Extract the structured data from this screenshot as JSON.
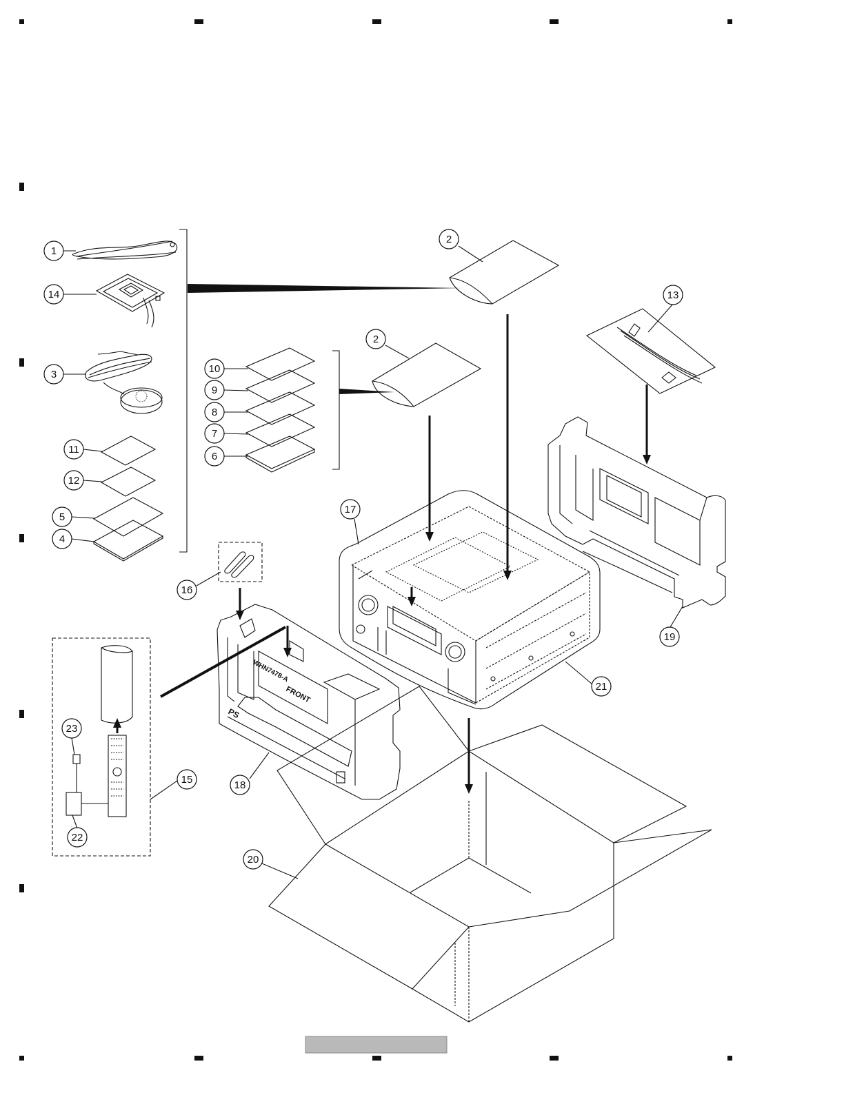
{
  "diagram": {
    "callouts": [
      {
        "id": "1",
        "label": "1"
      },
      {
        "id": "14",
        "label": "14"
      },
      {
        "id": "3",
        "label": "3"
      },
      {
        "id": "11",
        "label": "11"
      },
      {
        "id": "12",
        "label": "12"
      },
      {
        "id": "5",
        "label": "5"
      },
      {
        "id": "4",
        "label": "4"
      },
      {
        "id": "10",
        "label": "10"
      },
      {
        "id": "9",
        "label": "9"
      },
      {
        "id": "8",
        "label": "8"
      },
      {
        "id": "7",
        "label": "7"
      },
      {
        "id": "6",
        "label": "6"
      },
      {
        "id": "2a",
        "label": "2"
      },
      {
        "id": "2b",
        "label": "2"
      },
      {
        "id": "13",
        "label": "13"
      },
      {
        "id": "17",
        "label": "17"
      },
      {
        "id": "16",
        "label": "16"
      },
      {
        "id": "19",
        "label": "19"
      },
      {
        "id": "21",
        "label": "21"
      },
      {
        "id": "23",
        "label": "23"
      },
      {
        "id": "15",
        "label": "15"
      },
      {
        "id": "18",
        "label": "18"
      },
      {
        "id": "22",
        "label": "22"
      },
      {
        "id": "20",
        "label": "20"
      }
    ],
    "stamps": {
      "part_code": "WHN7478-A",
      "front": "FRONT",
      "ps": "PS"
    }
  },
  "colors": {
    "line": "#111111",
    "footer_bar": "#b9b9b9"
  }
}
